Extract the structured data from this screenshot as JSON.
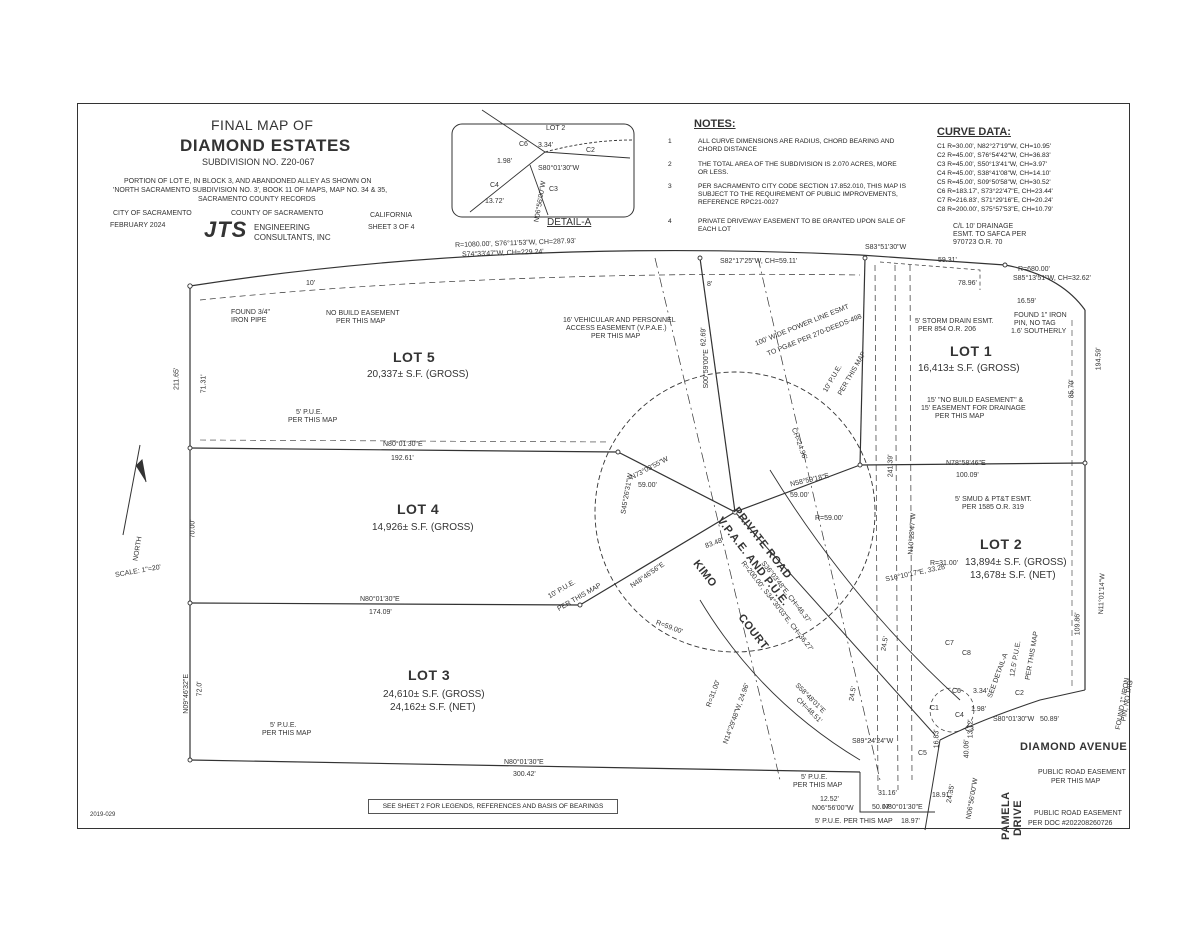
{
  "title": {
    "line1": "FINAL MAP OF",
    "line2": "DIAMOND ESTATES",
    "line3": "SUBDIVISION NO. Z20-067",
    "desc1": "PORTION OF LOT E, IN BLOCK 3, AND ABANDONED ALLEY AS SHOWN ON",
    "desc2": "'NORTH SACRAMENTO SUBDIVISION NO. 3', BOOK 11 OF MAPS, MAP NO. 34 & 35,",
    "desc3": "SACRAMENTO COUNTY RECORDS",
    "city": "CITY OF SACRAMENTO",
    "county": "COUNTY OF SACRAMENTO",
    "state": "CALIFORNIA",
    "date": "FEBRUARY 2024",
    "sheet": "SHEET 3 OF 4",
    "firm_logo": "JTS",
    "firm_line1": "ENGINEERING",
    "firm_line2": "CONSULTANTS, INC"
  },
  "detail": {
    "label": "LOT 2",
    "caption": "DETAIL-A",
    "c6": "C6",
    "c2": "C2",
    "c3": "C3",
    "c4": "C4",
    "d334": "3.34'",
    "d198": "1.98'",
    "d1372": "13.72'",
    "bearing1": "S80°01'30\"W",
    "bearing2": "N06°56'00\"W"
  },
  "notes": {
    "heading": "NOTES:",
    "items": [
      {
        "num": "1",
        "text": "ALL CURVE DIMENSIONS ARE RADIUS, CHORD BEARING AND CHORD DISTANCE"
      },
      {
        "num": "2",
        "text": "THE TOTAL AREA OF THE SUBDIVISION IS 2.070 ACRES, MORE OR LESS."
      },
      {
        "num": "3",
        "text": "PER SACRAMENTO CITY CODE SECTION 17.852.010, THIS MAP IS SUBJECT TO THE REQUIREMENT OF PUBLIC IMPROVEMENTS, REFERENCE RPC21-0027"
      },
      {
        "num": "4",
        "text": "PRIVATE DRIVEWAY EASEMENT TO BE GRANTED UPON SALE OF EACH LOT"
      }
    ]
  },
  "curve_data": {
    "heading": "CURVE DATA:",
    "rows": [
      "C1  R=30.00', N82°27'19\"W, CH=10.95'",
      "C2  R=45.00', S76°54'42\"W, CH=36.83'",
      "C3  R=45.00', S50°13'41\"W, CH=3.97'",
      "C4  R=45.00', S38°41'08\"W, CH=14.10'",
      "C5  R=45.00', S09°50'58\"W, CH=30.52'",
      "C6  R=183.17', S73°22'47\"E, CH=23.44'",
      "C7  R=216.83', S71°29'16\"E, CH=20.24'",
      "C8  R=200.00', S75°57'53\"E, CH=10.79'"
    ]
  },
  "lots": [
    {
      "name": "LOT 5",
      "area": "20,337± S.F. (GROSS)",
      "net": ""
    },
    {
      "name": "LOT 4",
      "area": "14,926± S.F. (GROSS)",
      "net": ""
    },
    {
      "name": "LOT 3",
      "area": "24,610± S.F. (GROSS)",
      "net": "24,162± S.F. (NET)"
    },
    {
      "name": "LOT 1",
      "area": "16,413± S.F. (GROSS)",
      "net": ""
    },
    {
      "name": "LOT 2",
      "area": "13,894± S.F. (GROSS)",
      "net": "13,678± S.F. (NET)"
    }
  ],
  "streets": {
    "road1": "PRIVATE ROAD",
    "road2": "V.P.A.E. AND P.U.E.",
    "court1": "KIMO",
    "court2": "COURT",
    "diamond": "DIAMOND AVENUE",
    "pamela1": "PAMELA",
    "pamela2": "DRIVE"
  },
  "labels": {
    "top_curve1": "R=1080.00', S76°11'53\"W, CH=287.93'",
    "top_curve2": "S74°33'47\"W, CH=229.24'",
    "s82": "S82°17'25\"W, CH=59.11'",
    "s83": "S83°51'30\"W",
    "r680": "R=680.00'",
    "s85": "S85°13'51\"W, CH=32.62'",
    "d5931": "59.31'",
    "d7896": "78.96'",
    "d1659": "16.59'",
    "drainage1": "C/L 10' DRAINAGE",
    "drainage2": "ESMT. TO SAFCA PER",
    "drainage3": "970723 O.R. 70",
    "found_left1": "FOUND 3/4\"",
    "found_left2": "IRON PIPE",
    "nobuild1": "NO BUILD EASEMENT",
    "nobuild2": "PER THIS MAP",
    "d10": "10'",
    "found_r1": "FOUND 1\" IRON",
    "found_r2": "PIN, NO TAG",
    "found_r3": "1.6' SOUTHERLY",
    "storm1": "5' STORM DRAIN ESMT.",
    "storm2": "PER 854 O.R. 206",
    "vpae1": "16' VEHICULAR AND PERSONNEL",
    "vpae2": "ACCESS EASEMENT (V.P.A.E.)",
    "vpae3": "PER THIS MAP",
    "power1": "100' WIDE POWER LINE ESMT",
    "power2": "TO PG&E PER 270-DEEDS-498",
    "d8": "8'",
    "d6269": "62.69'",
    "s00": "S00°59'00\"E",
    "pue10a": "10' P.U.E.",
    "pue10b": "PER THIS MAP",
    "d19459": "194.59'",
    "d8570": "85.70'",
    "nobuild15a": "15' \"NO BUILD EASEMENT\" &",
    "nobuild15b": "15' EASEMENT FOR DRAINAGE",
    "nobuild15c": "PER THIS MAP",
    "pue5a": "5' P.U.E.",
    "pue5b": "PER THIS MAP",
    "n80a": "N80°01'30\"E",
    "d19261": "192.61'",
    "d7131": "71.31'",
    "d21165": "211.65'",
    "s45": "S45°26'31\"W",
    "n73": "N73°03'55\"W",
    "d5900a": "59.00'",
    "ch2496": "CH=24.96'",
    "n58": "N58°59'18\"E",
    "d5900b": "59.00'",
    "n78": "N78°58'46\"E",
    "d10009": "100.09'",
    "smud1": "5' SMUD & PT&T ESMT.",
    "smud2": "PER 1585 O.R. 319",
    "r5900": "R=59.00'",
    "d24139": "241.39'",
    "n10": "N10°28'47\"W",
    "d7000": "70.00'",
    "d8348": "83.48'",
    "n48": "N48°46'56\"E",
    "pue10c": "10' P.U.E.",
    "pue10d": "PER THIS MAP",
    "n80b": "N80°01'30\"E",
    "d17409": "174.09'",
    "r5900b": "R=59.00'",
    "r3100": "R=31.00'",
    "s16": "S16°10'17\"E, 33.28'",
    "r200": "R=200.00', S34°30'03\"E, CH=36.27'",
    "s36": "S36°03'48\"E, CH=46.37'",
    "n11": "N11°01'14\"W",
    "d10986": "109.86'",
    "pue125a": "12.5' P.U.E.",
    "pue125b": "PER THIS MAP",
    "found_r4": "FOUND 1\" IRON",
    "found_r5": "PIN, NO TAG",
    "seedetail": "SEE DETAIL-A",
    "c6": "C6",
    "c2": "C2",
    "c3": "C3",
    "c4": "C4",
    "c5": "C5",
    "c1": "C1",
    "c7": "C7",
    "c8": "C8",
    "d334": "3.34'",
    "d198": "1.98'",
    "s80": "S80°01'30\"W",
    "d5089": "50.89'",
    "d1683": "16.83'",
    "d4006": "40.06'",
    "d1372": "13.72'",
    "r3100b": "R=31.00'",
    "n14": "N14°29'48\"W, 24.96'",
    "s58": "S58°48'01\"E",
    "ch4851": "CH=48.51'",
    "d245": "24.5'",
    "d245b": "24.5'",
    "n09": "N09°46'32\"E",
    "d7200": "72.0'",
    "pue5c": "5' P.U.E.",
    "pue5d": "PER THIS MAP",
    "n80c": "N80°01'30\"E",
    "d30042": "300.42'",
    "s89": "S89°24'24\"W",
    "pue5e": "5' P.U.E.",
    "pue5f": "PER THIS MAP",
    "d1252": "12.52'",
    "n06": "N06°56'00\"W",
    "d5007": "50.07'",
    "d3116": "31.16'",
    "n80d": "N80°01'30\"E",
    "d1891": "18.91'",
    "d1897": "18.97'",
    "pue5g": "5' P.U.E. PER THIS MAP",
    "d2435": "24.35'",
    "n06b": "N06°56'00\"W",
    "pub1": "PUBLIC ROAD EASEMENT",
    "pub2": "PER THIS MAP",
    "pub3": "PUBLIC ROAD EASEMENT",
    "pub4": "PER DOC #202208260726",
    "scale": "SCALE: 1\"=20'",
    "north": "NORTH",
    "refno": "2019-029"
  },
  "footer": {
    "note": "SEE SHEET 2 FOR LEGENDS, REFERENCES AND BASIS OF BEARINGS"
  }
}
